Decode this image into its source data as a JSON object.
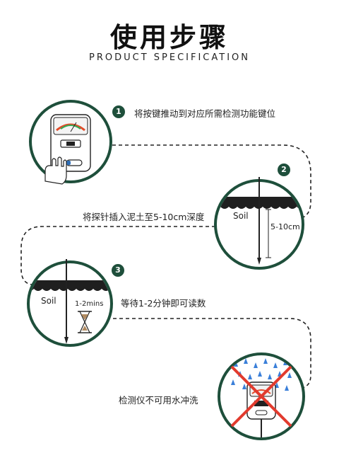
{
  "header": {
    "title": "使用步骤",
    "subtitle": "PRODUCT SPECIFICATION"
  },
  "steps": [
    {
      "number": "1",
      "text": "将按键推动到对应所需检测功能键位"
    },
    {
      "number": "2",
      "text": "将探针插入泥土至5-10cm深度",
      "soil_label": "Soil",
      "depth_label": "5-10cm"
    },
    {
      "number": "3",
      "text": "等待1-2分钟即可读数",
      "soil_label": "Soil",
      "time_label": "1-2mins"
    },
    {
      "text": "检测仪不可用水冲洗"
    }
  ],
  "colors": {
    "accent": "#1e4f3b",
    "soil": "#1f1f1f",
    "cross": "#e23b2e",
    "water": "#3a7fd9"
  }
}
